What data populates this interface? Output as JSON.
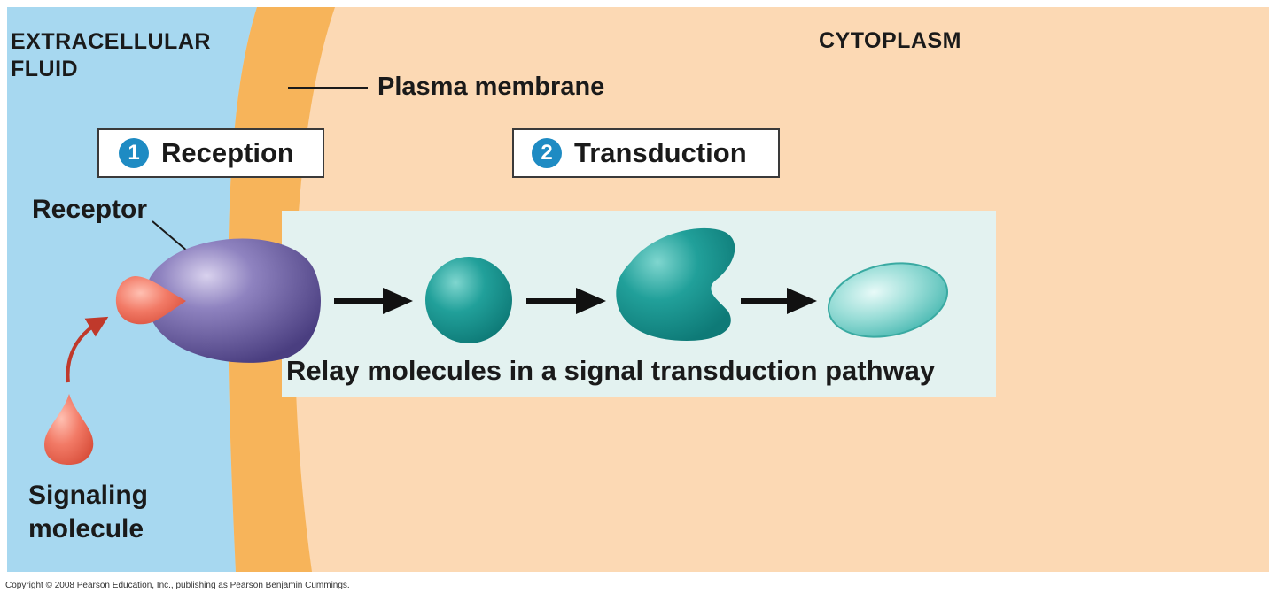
{
  "regions": {
    "extracellular_label": "EXTRACELLULAR\nFLUID",
    "cytoplasm_label": "CYTOPLASM",
    "membrane_label": "Plasma membrane"
  },
  "steps": [
    {
      "number": "1",
      "label": "Reception"
    },
    {
      "number": "2",
      "label": "Transduction"
    }
  ],
  "receptor_label": "Receptor",
  "signaling_label": "Signaling\nmolecule",
  "relay_caption": "Relay molecules in a signal transduction pathway",
  "copyright": "Copyright © 2008 Pearson Education, Inc., publishing as Pearson Benjamin Cummings.",
  "colors": {
    "extracellular": "#a7d8f0",
    "membrane": "#f7b45a",
    "cytoplasm": "#fcd9b4",
    "relay_panel": "#e3f2f0",
    "receptor": "#6a5c9e",
    "signal": "#f07b6a",
    "relay": "#1f9c97",
    "step_circle": "#1e8bc3"
  }
}
